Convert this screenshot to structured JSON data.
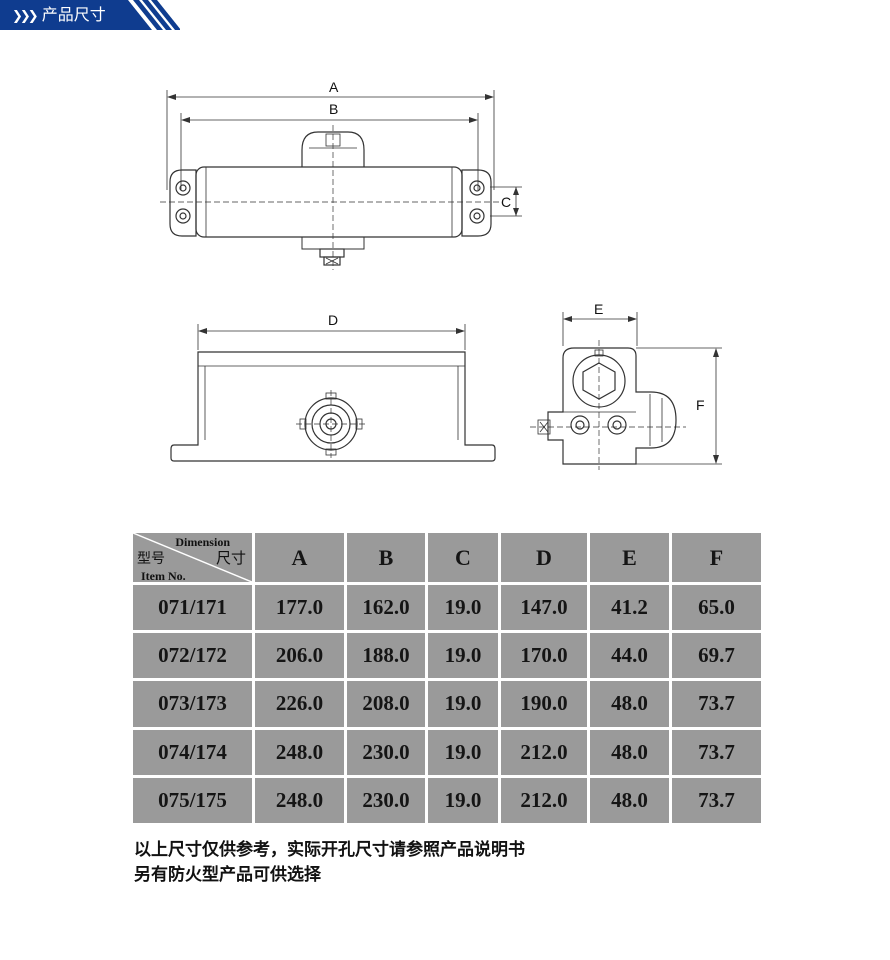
{
  "header": {
    "title": "产品尺寸",
    "color": "#0f3c8f"
  },
  "drawing": {
    "labels": {
      "a": "A",
      "b": "B",
      "c": "C",
      "d": "D",
      "e": "E",
      "f": "F"
    }
  },
  "table": {
    "corner": {
      "dimension": "Dimension",
      "size": "尺寸",
      "model": "型号",
      "item_no": "Item No."
    },
    "headers": [
      "A",
      "B",
      "C",
      "D",
      "E",
      "F"
    ],
    "rows": [
      {
        "model": "071/171",
        "values": [
          "177.0",
          "162.0",
          "19.0",
          "147.0",
          "41.2",
          "65.0"
        ]
      },
      {
        "model": "072/172",
        "values": [
          "206.0",
          "188.0",
          "19.0",
          "170.0",
          "44.0",
          "69.7"
        ]
      },
      {
        "model": "073/173",
        "values": [
          "226.0",
          "208.0",
          "19.0",
          "190.0",
          "48.0",
          "73.7"
        ]
      },
      {
        "model": "074/174",
        "values": [
          "248.0",
          "230.0",
          "19.0",
          "212.0",
          "48.0",
          "73.7"
        ]
      },
      {
        "model": "075/175",
        "values": [
          "248.0",
          "230.0",
          "19.0",
          "212.0",
          "48.0",
          "73.7"
        ]
      }
    ],
    "cell_color": "#9a9a9a"
  },
  "notes": {
    "line1": "以上尺寸仅供参考，实际开孔尺寸请参照产品说明书",
    "line2": "另有防火型产品可供选择"
  }
}
